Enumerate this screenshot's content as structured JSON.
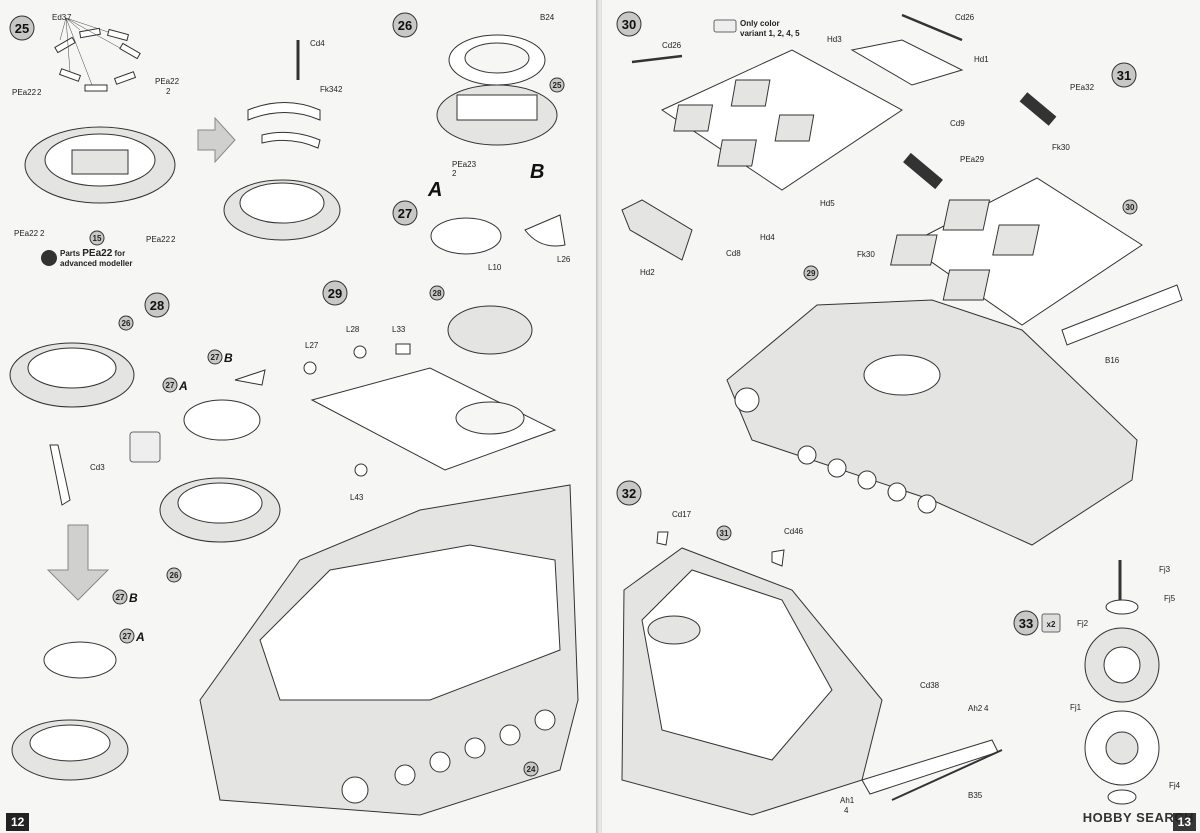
{
  "left_page_number": "12",
  "right_page_number": "13",
  "watermark": "HOBBY SEARCH",
  "advanced_note": {
    "line1": "Parts",
    "part": "PEa22",
    "line1_tail": "for",
    "line2": "advanced modeller"
  },
  "color_note": {
    "line1": "Only color",
    "line2": "variant 1, 2, 4, 5"
  },
  "steps": [
    "25",
    "26",
    "27",
    "28",
    "29",
    "30",
    "31",
    "32",
    "33"
  ],
  "step33_qty": "x2",
  "labels": {
    "s25": [
      "Ed3",
      "7",
      "PEa22",
      "2",
      "PEa22",
      "2",
      "PEa22",
      "2",
      "PEa22",
      "2",
      "15"
    ],
    "s26": [
      "B24",
      "25",
      "Cd4",
      "Fk34",
      "2"
    ],
    "s27": [
      "PEa23",
      "2",
      "A",
      "B",
      "L10",
      "L26"
    ],
    "s28": [
      "26",
      "27",
      "B",
      "27",
      "A",
      "Cd3",
      "26",
      "27",
      "B",
      "27",
      "A"
    ],
    "s29": [
      "L27",
      "L28",
      "L33",
      "28",
      "L43",
      "24"
    ],
    "s30": [
      "Cd26",
      "Hd3",
      "Hd1",
      "Cd26",
      "Cd9",
      "Hd5",
      "Hd4",
      "Cd8",
      "Hd2"
    ],
    "s31": [
      "PEa32",
      "Fk30",
      "PEa29",
      "30",
      "Fk30",
      "29",
      "B16"
    ],
    "s32": [
      "Cd17",
      "31",
      "Cd46",
      "Cd38",
      "Ah2",
      "4",
      "Ah1",
      "4",
      "B35"
    ],
    "s33": [
      "Fj3",
      "Fj5",
      "Fj2",
      "Fj1",
      "Fj4"
    ]
  }
}
